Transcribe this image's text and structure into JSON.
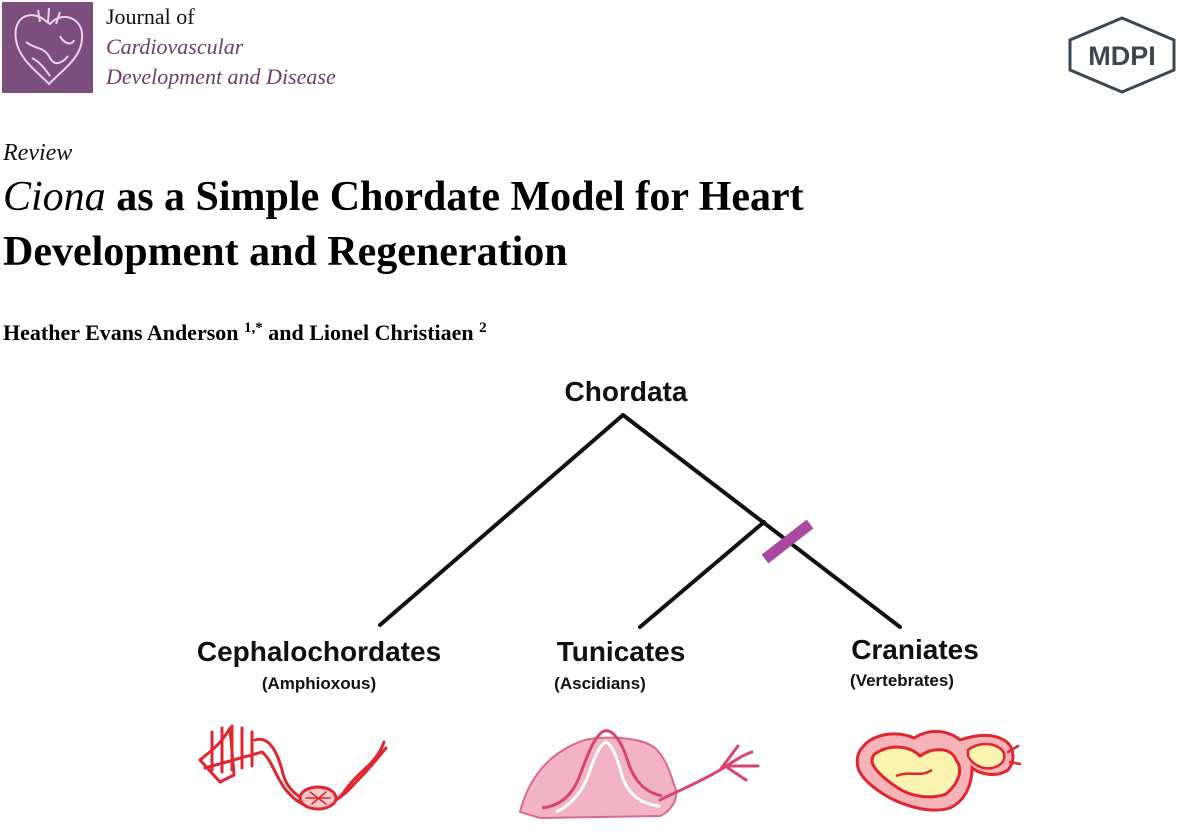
{
  "journal": {
    "prefix": "Journal of",
    "name_line1": "Cardiovascular",
    "name_line2": "Development and Disease",
    "logo_icon": "heart-icon",
    "brand_color": "#7b4e7e"
  },
  "publisher": {
    "logo_text": "MDPI"
  },
  "article": {
    "type": "Review",
    "title_italic": "Ciona",
    "title_line1_rest": " as a Simple Chordate Model for Heart",
    "title_line2": "Development and Regeneration"
  },
  "authors": {
    "author1": "Heather Evans Anderson",
    "author1_sup": "1,*",
    "connector": " and ",
    "author2": "Lionel Christiaen",
    "author2_sup": "2"
  },
  "figure": {
    "root": "Chordata",
    "marker_color": "#a94aa0",
    "taxa": [
      {
        "name": "Cephalochordates",
        "subtitle": "(Amphioxous)"
      },
      {
        "name": "Tunicates",
        "subtitle": "(Ascidians)"
      },
      {
        "name": "Craniates",
        "subtitle": "(Vertebrates)"
      }
    ]
  }
}
